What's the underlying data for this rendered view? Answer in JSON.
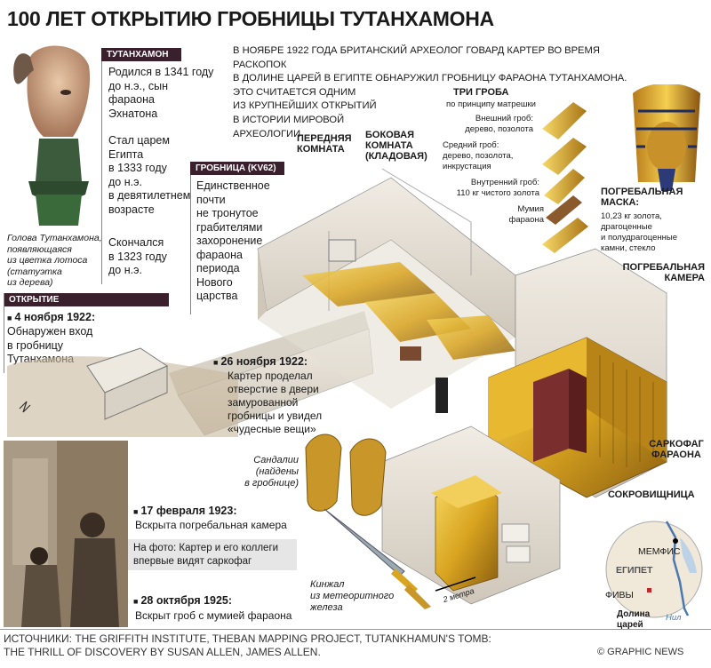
{
  "title": "100 ЛЕТ ОТКРЫТИЮ ГРОБНИЦЫ ТУТАНХАМОНА",
  "head_caption": [
    "Голова Тутанхамона,",
    "появляющаяся",
    "из цветка лотоса",
    "(статуэтка",
    "из дерева)"
  ],
  "tut": {
    "header": "ТУТАНХАМОН",
    "born": [
      "Родился в 1341 году",
      "до н.э., сын",
      "фараона",
      "Эхнатона"
    ],
    "king": [
      "Стал царем",
      "Египта",
      "в 1333 году",
      "до н.э.",
      "в девятилетнем",
      "возрасте"
    ],
    "died": [
      "Скончался",
      "в 1323 году",
      "до н.э."
    ]
  },
  "tomb": {
    "header": "ГРОБНИЦА (KV62)",
    "text": [
      "Единственное",
      "почти",
      "не тронутое",
      "грабителями",
      "захоронение",
      "фараона",
      "периода",
      "Нового",
      "царства"
    ]
  },
  "intro": [
    "В НОЯБРЕ 1922 ГОДА БРИТАНСКИЙ АРХЕОЛОГ ГОВАРД КАРТЕР ВО ВРЕМЯ РАСКОПОК",
    "В ДОЛИНЕ ЦАРЕЙ В ЕГИПТЕ ОБНАРУЖИЛ ГРОБНИЦУ ФАРАОНА ТУТАНХАМОНА.",
    "ЭТО СЧИТАЕТСЯ ОДНИМ",
    "ИЗ КРУПНЕЙШИХ ОТКРЫТИЙ",
    "В ИСТОРИИ МИРОВОЙ",
    "АРХЕОЛОГИИ"
  ],
  "coffins": {
    "title": "ТРИ ГРОБА",
    "subtitle": "по принципу матрешки",
    "outer": [
      "Внешний гроб:",
      "дерево, позолота"
    ],
    "middle": [
      "Средний гроб:",
      "дерево, позолота,",
      "инкрустация"
    ],
    "inner": [
      "Внутренний гроб:",
      "110 кг чистого золота"
    ],
    "mummy": [
      "Мумия",
      "фараона"
    ]
  },
  "mask": {
    "title": [
      "ПОГРЕБАЛЬНАЯ",
      "МАСКА:"
    ],
    "text": [
      "10,23 кг золота,",
      "драгоценные",
      "и полудрагоценные",
      "камни, стекло"
    ]
  },
  "rooms": {
    "antechamber": [
      "ПЕРЕДНЯЯ",
      "КОМНАТА"
    ],
    "annex": [
      "БОКОВАЯ",
      "КОМНАТА",
      "(КЛАДОВАЯ)"
    ],
    "burial": [
      "ПОГРЕБАЛЬНАЯ",
      "КАМЕРА"
    ],
    "sarcophagus": [
      "САРКОФАГ",
      "ФАРАОНА"
    ],
    "treasury": "СОКРОВИЩНИЦА"
  },
  "discovery": {
    "header": "ОТКРЫТИЕ",
    "e1_date": "4 ноября 1922:",
    "e1_text": [
      "Обнаружен вход",
      "в гробницу",
      "Тутанхамона"
    ],
    "e2_date": "26 ноября 1922:",
    "e2_text": [
      "Картер проделал",
      "отверстие в двери",
      "замурованной",
      "гробницы и увидел",
      "«чудесные вещи»"
    ],
    "e3_date": "17 февраля 1923:",
    "e3_text": "Вскрыта погребальная камера",
    "photo_caption": [
      "На фото: Картер и его коллеги",
      "впервые видят саркофаг"
    ],
    "e4_date": "28 октября 1925:",
    "e4_text": "Вскрыт гроб с мумией фараона"
  },
  "sandals": [
    "Сандалии",
    "(найдены",
    "в гробнице)"
  ],
  "dagger": [
    "Кинжал",
    "из метеоритного",
    "железа"
  ],
  "scale": "2 метра",
  "map": {
    "memphis": "МЕМФИС",
    "egypt": "ЕГИПЕТ",
    "thebes": "ФИВЫ",
    "valley": [
      "Долина",
      "царей"
    ],
    "nile": "Нил"
  },
  "sources": [
    "ИСТОЧНИКИ: THE GRIFFITH INSTITUTE, THEBAN MAPPING PROJECT, TUTANKHAMUN'S TOMB:",
    "THE THRILL OF DISCOVERY BY SUSAN ALLEN, JAMES ALLEN."
  ],
  "credit": "© GRAPHIC NEWS",
  "colors": {
    "header_bg": "#3a1f2c",
    "gold": "#d9a420",
    "wall": "#e8e2d8"
  }
}
